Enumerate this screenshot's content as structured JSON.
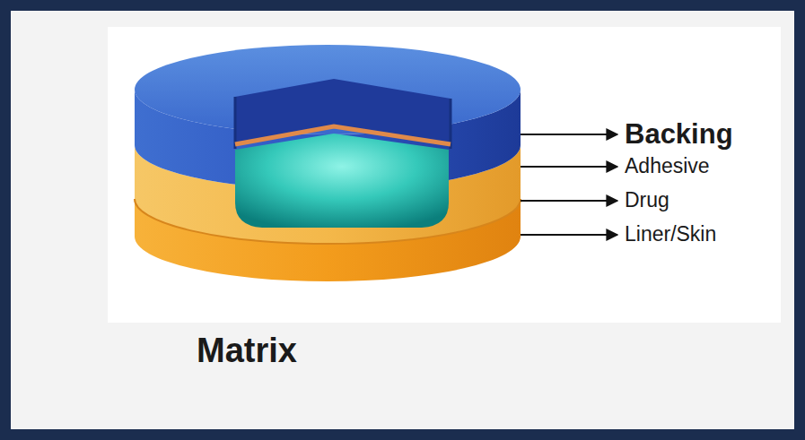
{
  "diagram": {
    "caption": "Matrix",
    "labels": [
      "Backing",
      "Adhesive",
      "Drug",
      "Liner/Skin"
    ]
  }
}
